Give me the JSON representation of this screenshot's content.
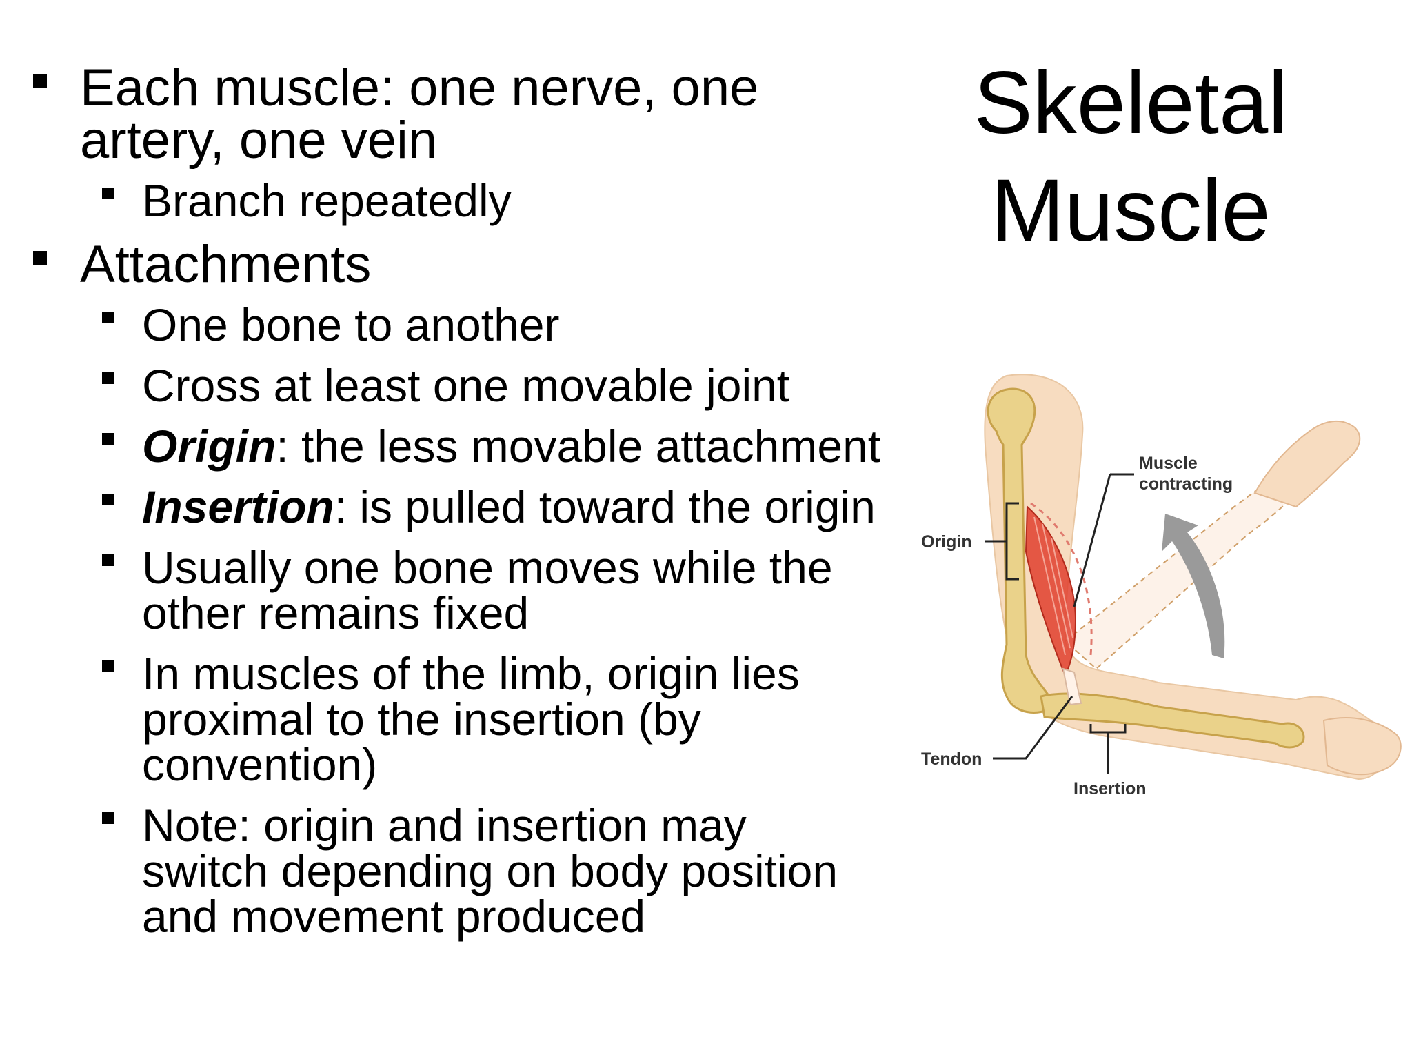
{
  "title": {
    "line1": "Skeletal",
    "line2": "Muscle"
  },
  "bullets": {
    "b1": "Each muscle: one nerve, one artery, one vein",
    "b1_1": "Branch repeatedly",
    "b2": "Attachments",
    "b2_1": "One bone to another",
    "b2_2": "Cross at least one movable joint",
    "b2_3": {
      "term": "Origin",
      "rest": ": the less movable attachment"
    },
    "b2_4": {
      "term": "Insertion",
      "rest": ": is pulled toward the origin"
    },
    "b2_5": "Usually one bone moves while the other remains fixed",
    "b2_6": "In muscles of the limb, origin lies proximal to the insertion (by convention)",
    "b2_7": "Note:  origin and insertion may switch depending on body position and movement produced"
  },
  "figure": {
    "labels": {
      "muscle_l1": "Muscle",
      "muscle_l2": "contracting",
      "origin": "Origin",
      "tendon": "Tendon",
      "insertion": "Insertion"
    },
    "colors": {
      "skin": "#f7dcc0",
      "bone": "#ead28a",
      "muscle": "#e0402e",
      "arrow": "#9a9a9a"
    }
  }
}
